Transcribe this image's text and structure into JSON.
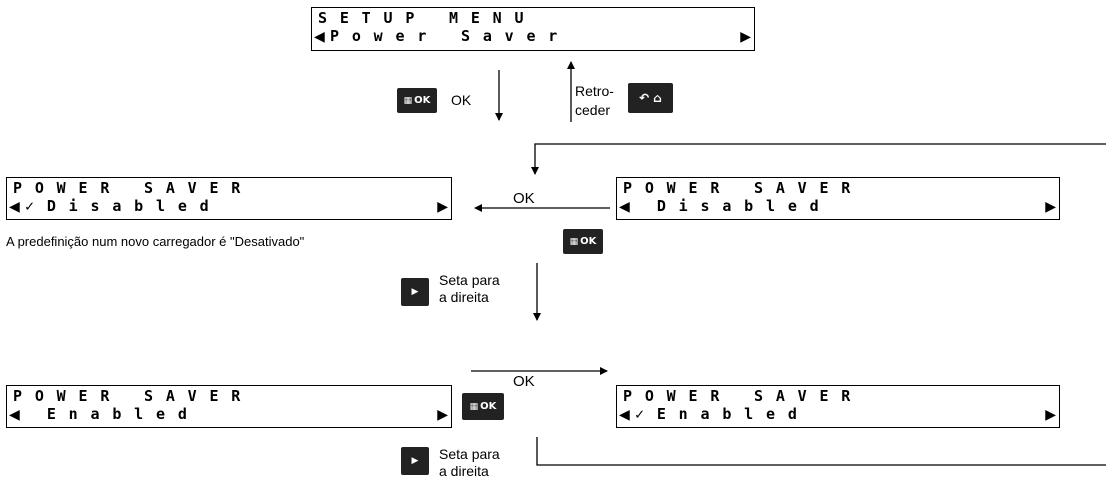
{
  "screens": {
    "setup": {
      "line1": "SETUP MENU",
      "line2": "Power Saver",
      "left_arrow": "◀",
      "right_arrow": "▶"
    },
    "disabled_checked": {
      "line1": "POWER SAVER",
      "line2": "✓Disabled",
      "left_arrow": "◀",
      "right_arrow": "▶"
    },
    "disabled": {
      "line1": "POWER SAVER",
      "line2": " Disabled",
      "left_arrow": "◀",
      "right_arrow": "▶"
    },
    "enabled": {
      "line1": "POWER SAVER",
      "line2": " Enabled",
      "left_arrow": "◀",
      "right_arrow": "▶"
    },
    "enabled_checked": {
      "line1": "POWER SAVER",
      "line2": "✓Enabled",
      "left_arrow": "◀",
      "right_arrow": "▶"
    }
  },
  "buttons": {
    "ok_label": "OK",
    "ok_icon": "menu-grid-icon",
    "back_icons": "back-home-icon",
    "right_icon": "play-right-icon"
  },
  "labels": {
    "ok_top": "OK",
    "back": "Retro-\nceder",
    "ok_mid": "OK",
    "default_note": "A predefinição num novo carregador é \"Desativado\"",
    "arrow_right_1": "Seta para\na direita",
    "ok_bottom": "OK",
    "arrow_right_2": "Seta para\na direita"
  }
}
